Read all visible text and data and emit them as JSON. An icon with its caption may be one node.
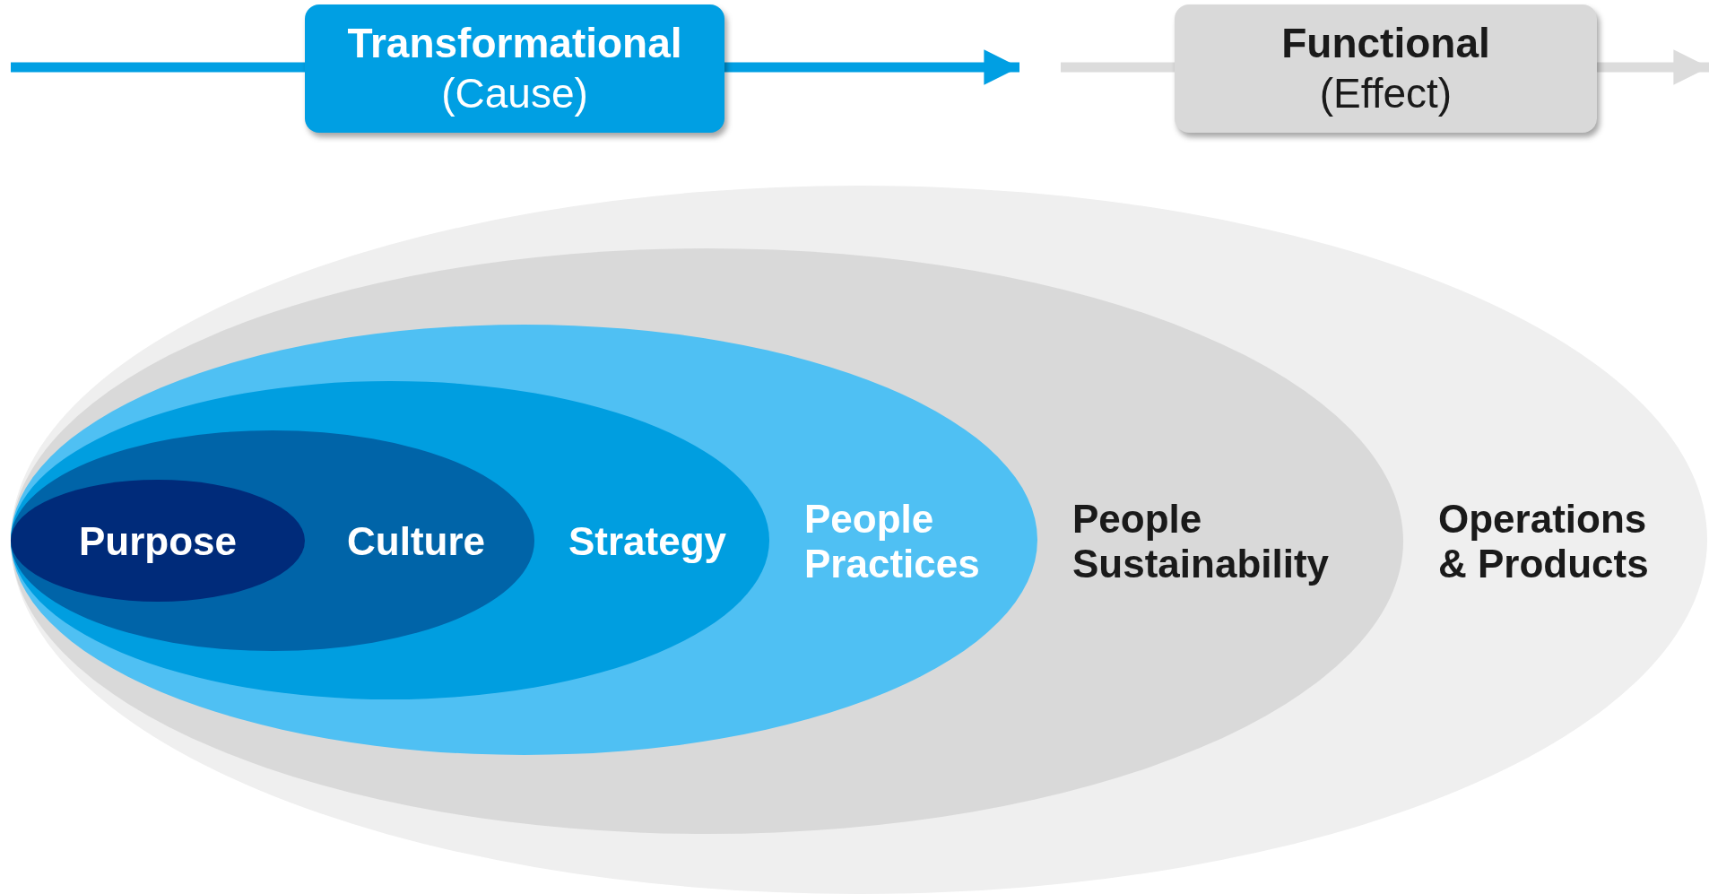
{
  "diagram": {
    "nodes": [
      {
        "text": [
          "Transformational",
          "(Cause)"
        ]
      },
      {
        "text": [
          "Functional",
          "(Effect)"
        ]
      },
      {
        "text": [
          "Operations & Products"
        ]
      },
      {
        "text": [
          "People Sustainability"
        ],
        "in": 2
      },
      {
        "text": [
          "People Practices"
        ],
        "in": 3
      },
      {
        "text": [
          "Strategy"
        ],
        "in": 4
      },
      {
        "text": [
          "Culture"
        ],
        "in": 5
      },
      {
        "text": [
          "Purpose"
        ],
        "in": 6
      }
    ],
    "edges": [
      {
        "from": null,
        "to": 0,
        "arrow": "none"
      },
      {
        "from": 0,
        "to": null,
        "arrow": "to"
      },
      {
        "from": null,
        "to": 1,
        "arrow": "none",
        "color": "#dcdcdc"
      },
      {
        "from": 1,
        "to": null,
        "arrow": "to",
        "color": "#dcdcdc"
      }
    ]
  }
}
